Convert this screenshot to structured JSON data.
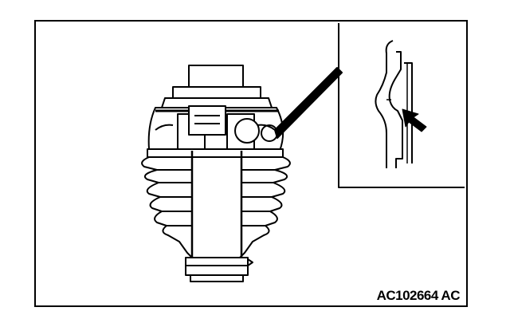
{
  "figure": {
    "code": "AC102664 AC",
    "subject": "cv-joint-with-boot",
    "detail_view": "boot-groove-seating-detail",
    "callout": "arrow-pointing-to-boot-groove",
    "colors": {
      "line": "#000000",
      "background": "#ffffff"
    }
  }
}
